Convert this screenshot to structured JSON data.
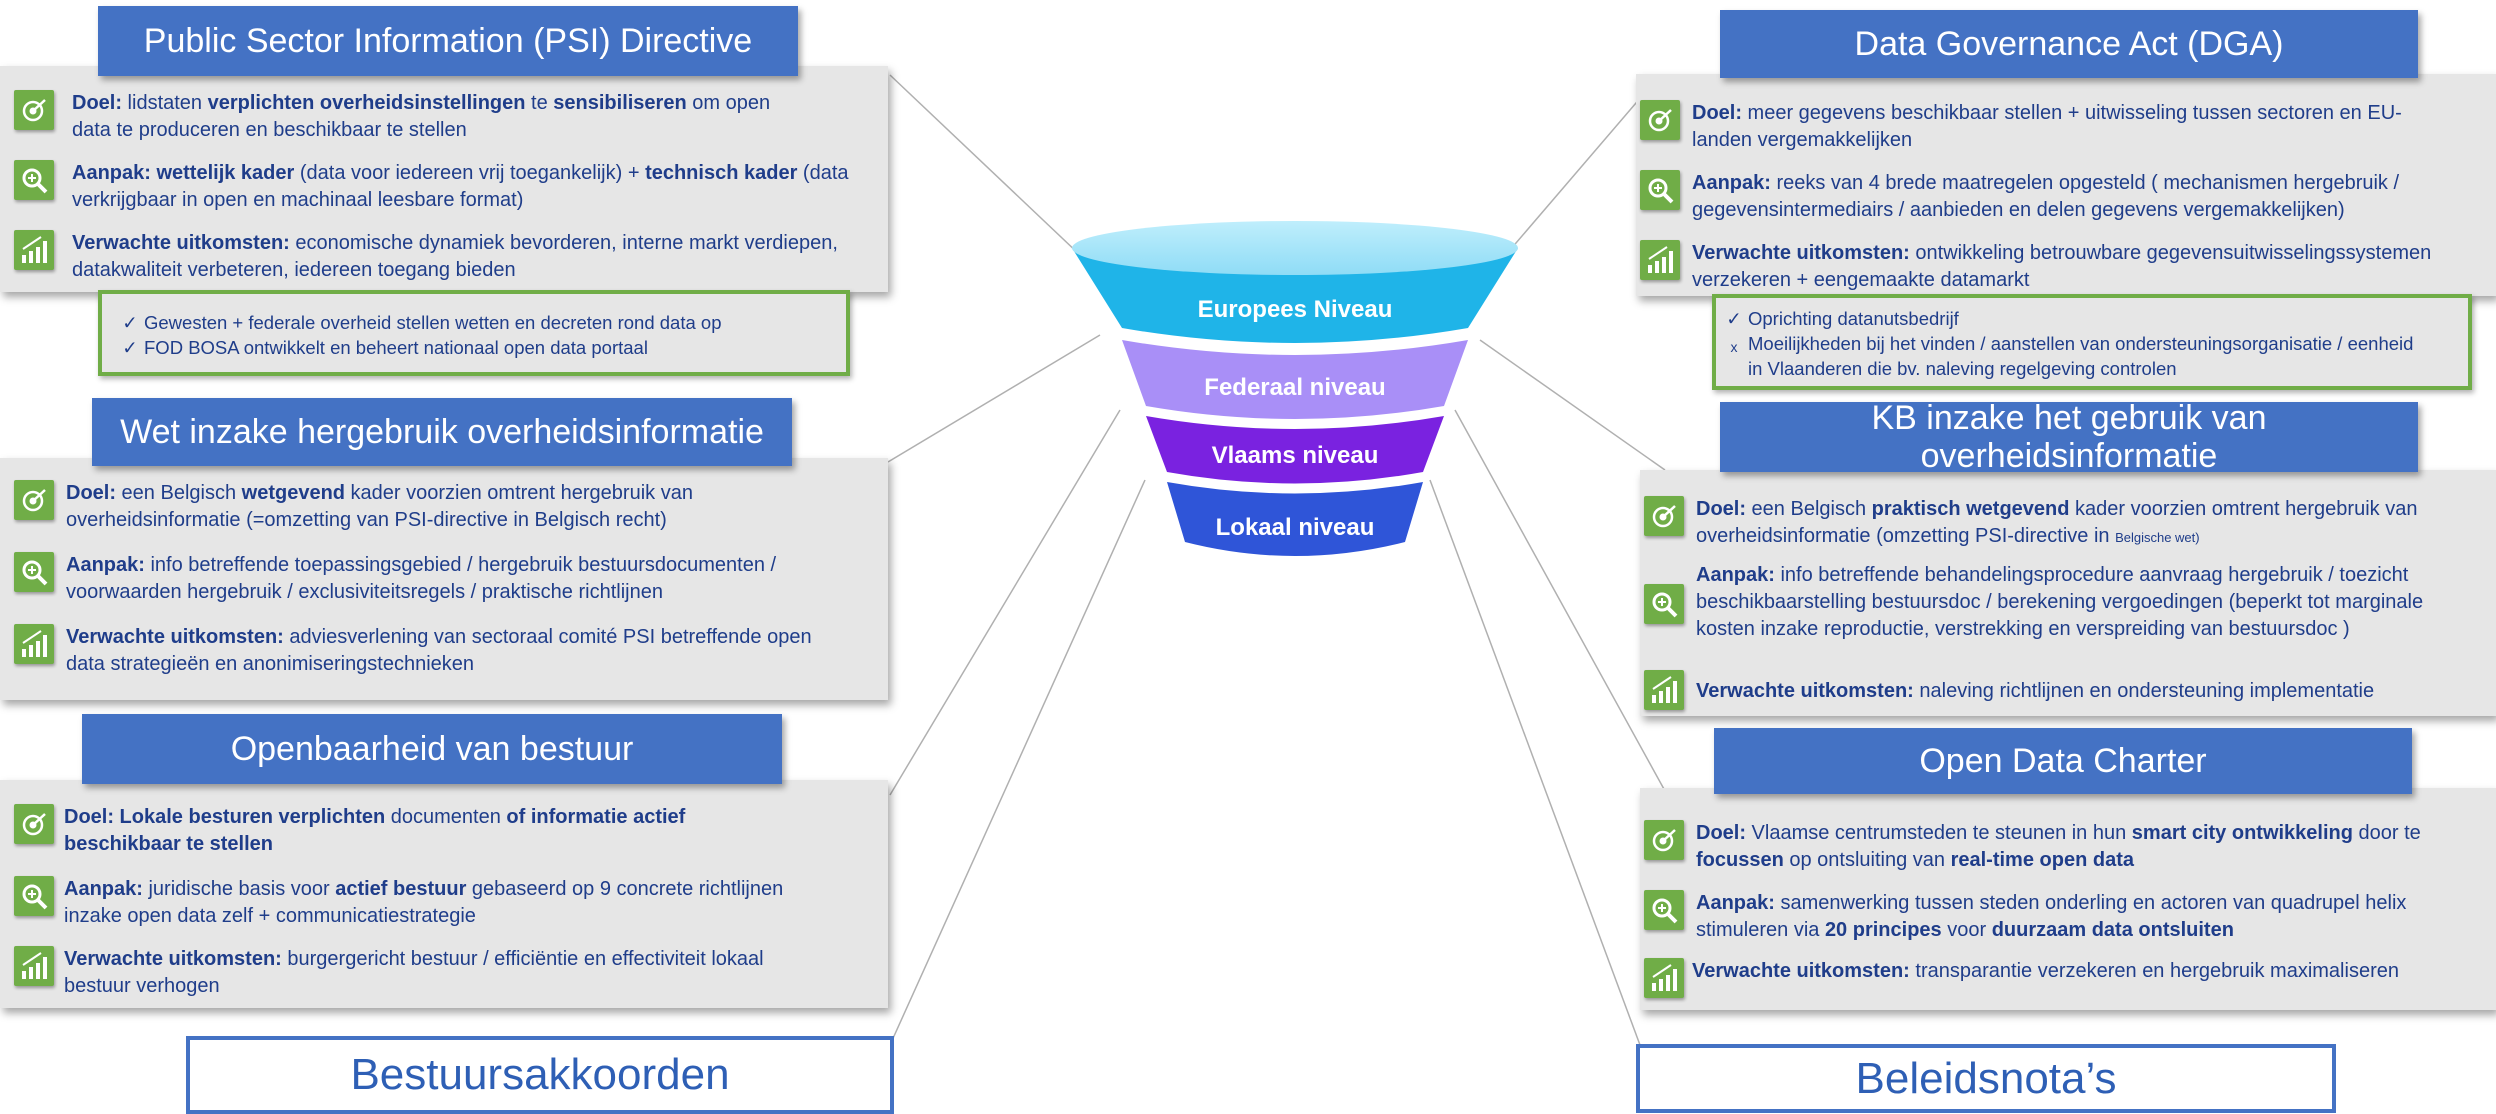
{
  "funnel": {
    "levels": [
      "Europees Niveau",
      "Federaal niveau",
      "Vlaams niveau",
      "Lokaal niveau"
    ],
    "colors": [
      "#1fb4e8",
      "#a98ff7",
      "#7a22e0",
      "#2f55d8"
    ]
  },
  "icons": {
    "doel": "target-icon",
    "aanpak": "magnifier-icon",
    "uitkomsten": "growth-chart-icon"
  },
  "psi": {
    "title": "Public Sector Information (PSI) Directive",
    "doel": {
      "label": "Doel:",
      "t1": " lidstaten ",
      "b1": "verplichten overheidsinstellingen",
      "t2": " te ",
      "b2": "sensibiliseren",
      "t3": " om open data te produceren en beschikbaar te stellen"
    },
    "aanpak": {
      "label": "Aanpak: wettelijk kader",
      "t1": " (data voor iedereen vrij toegankelijk) + ",
      "b1": "technisch kader",
      "t2": " (data verkrijgbaar in open en machinaal leesbare format)"
    },
    "uitkomsten": {
      "label": "Verwachte uitkomsten:",
      "t1": " economische dynamiek bevorderen, interne markt verdiepen, datakwaliteit verbeteren, iedereen toegang bieden"
    },
    "notes": [
      {
        "mark": "✓",
        "text": "Gewesten + federale overheid stellen wetten en decreten rond data op"
      },
      {
        "mark": "✓",
        "text": "FOD BOSA ontwikkelt en beheert nationaal open data portaal"
      }
    ]
  },
  "wet": {
    "title": "Wet inzake hergebruik overheidsinformatie",
    "doel": {
      "label": "Doel:",
      "t1": " een Belgisch ",
      "b1": "wetgevend",
      "t2": " kader voorzien omtrent hergebruik van overheidsinformatie (=omzetting van PSI-directive in Belgisch recht)"
    },
    "aanpak": {
      "label": "Aanpak:",
      "t1": " info betreffende toepassingsgebied / hergebruik bestuursdocumenten / voorwaarden hergebruik / exclusiviteitsregels / praktische richtlijnen"
    },
    "uitkomsten": {
      "label": "Verwachte uitkomsten:",
      "t1": " adviesverlening van sectoraal comité PSI betreffende open data strategieën en anonimiseringstechnieken"
    }
  },
  "openbaarheid": {
    "title": "Openbaarheid van bestuur",
    "doel": {
      "label": "Doel: Lokale besturen verplichten",
      "t1": " documenten ",
      "b1": "of informatie actief beschikbaar te stellen"
    },
    "aanpak": {
      "label": "Aanpak:",
      "t1": " juridische basis voor ",
      "b1": "actief bestuur",
      "t2": " gebaseerd op 9 concrete richtlijnen inzake open data zelf + communicatiestrategie"
    },
    "uitkomsten": {
      "label": "Verwachte uitkomsten:",
      "t1": " burgergericht bestuur / efficiëntie en effectiviteit lokaal bestuur verhogen"
    }
  },
  "bestuursakkoorden": {
    "title": "Bestuursakkoorden"
  },
  "dga": {
    "title": "Data Governance Act (DGA)",
    "doel": {
      "label": "Doel:",
      "t1": " meer gegevens beschikbaar stellen + uitwisseling tussen sectoren en EU-landen vergemakkelijken"
    },
    "aanpak": {
      "label": "Aanpak:",
      "t1": " reeks van 4 brede maatregelen opgesteld ( mechanismen hergebruik / gegevensintermediairs / aanbieden en delen gegevens  vergemakkelijken)"
    },
    "uitkomsten": {
      "label": "Verwachte uitkomsten:",
      "t1": " ontwikkeling betrouwbare gegevensuitwisselingssystemen verzekeren + eengemaakte datamarkt"
    },
    "notes": [
      {
        "mark": "✓",
        "text": "Oprichting datanutsbedrijf"
      },
      {
        "mark": "x",
        "text": "Moeilijkheden bij het vinden / aanstellen van ondersteuningsorganisatie / eenheid in Vlaanderen die bv. naleving regelgeving controlen"
      }
    ]
  },
  "kb": {
    "title": "KB inzake het gebruik van overheidsinformatie",
    "doel": {
      "label": "Doel:",
      "t1": " een Belgisch ",
      "b1": "praktisch wetgevend",
      "t2": " kader voorzien omtrent hergebruik van overheidsinformatie (omzetting PSI-directive in ",
      "small": "Belgische wet)"
    },
    "aanpak": {
      "label": "Aanpak:",
      "t1": " info betreffende behandelingsprocedure aanvraag hergebruik / toezicht beschikbaarstelling bestuursdoc / berekening vergoedingen (beperkt tot marginale kosten inzake reproductie, verstrekking en verspreiding van bestuursdoc )"
    },
    "uitkomsten": {
      "label": "Verwachte uitkomsten:",
      "t1": " naleving richtlijnen en ondersteuning implementatie"
    }
  },
  "charter": {
    "title": "Open Data Charter",
    "doel": {
      "label": "Doel:",
      "t1": " Vlaamse centrumsteden te steunen in hun ",
      "b1": "smart city ontwikkeling",
      "t2": " door te ",
      "b2": "focussen",
      "t3": " op ontsluiting van ",
      "b3": "real-time open data"
    },
    "aanpak": {
      "label": "Aanpak:",
      "t1": " samenwerking tussen steden onderling en actoren van quadrupel helix stimuleren via ",
      "b1": "20 principes",
      "t2": " voor ",
      "b2": "duurzaam data ontsluiten"
    },
    "uitkomsten": {
      "label": "Verwachte uitkomsten:",
      "t1": " transparantie verzekeren en hergebruik maximaliseren"
    }
  },
  "beleidsnotas": {
    "title": "Beleidsnota’s"
  }
}
